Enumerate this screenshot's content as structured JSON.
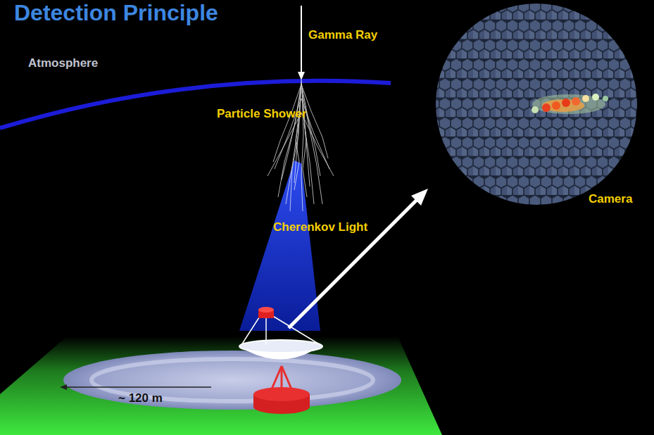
{
  "diagram": {
    "title": "Detection Principle",
    "labels": [
      "Gamma Ray",
      "Atmosphere",
      "Particle Shower",
      "Cherenkov Light",
      "Camera",
      "~ 120 m"
    ]
  }
}
